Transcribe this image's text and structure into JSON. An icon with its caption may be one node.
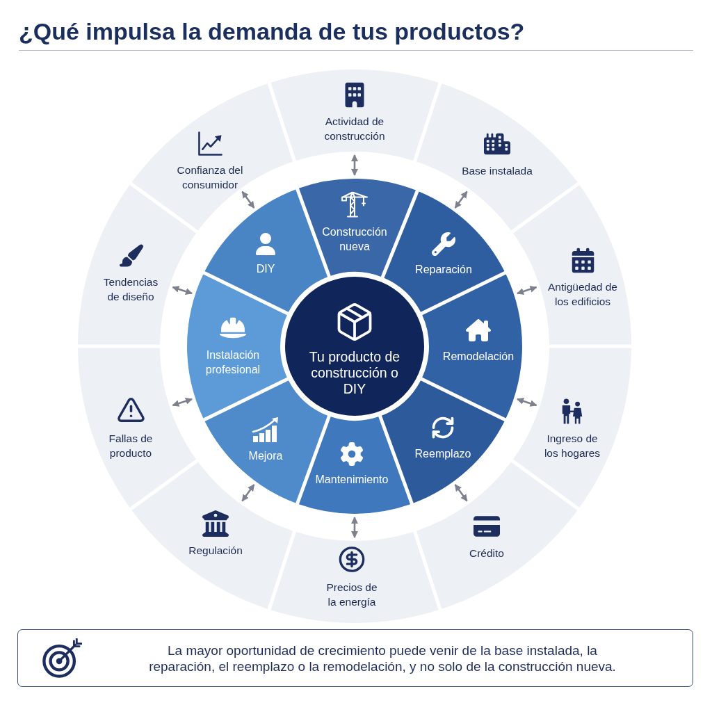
{
  "diagram": {
    "title": "¿Qué impulsa la demanda de tus productos?",
    "nodes": [
      {
        "text": [
          "Tu producto de construcción o DIY"
        ]
      },
      {
        "text": [
          "Construcción nueva"
        ]
      },
      {
        "text": [
          "Reparación"
        ]
      },
      {
        "text": [
          "Remodelación"
        ]
      },
      {
        "text": [
          "Reemplazo"
        ]
      },
      {
        "text": [
          "Mantenimiento"
        ]
      },
      {
        "text": [
          "Mejora"
        ]
      },
      {
        "text": [
          "Instalación profesional"
        ]
      },
      {
        "text": [
          "DIY"
        ]
      },
      {
        "text": [
          "Actividad de construcción"
        ]
      },
      {
        "text": [
          "Base instalada"
        ]
      },
      {
        "text": [
          "Antigüedad de los edificios"
        ]
      },
      {
        "text": [
          "Ingreso de los hogares"
        ]
      },
      {
        "text": [
          "Crédito"
        ]
      },
      {
        "text": [
          "Precios de la energía"
        ]
      },
      {
        "text": [
          "Regulación"
        ]
      },
      {
        "text": [
          "Fallas de producto"
        ]
      },
      {
        "text": [
          "Tendencias de diseño"
        ]
      },
      {
        "text": [
          "Confianza del consumidor"
        ]
      },
      {
        "text": [
          "La mayor oportunidad de crecimiento puede venir de la base instalada, la reparación, el reemplazo o la remodelación, y no solo de la construcción nueva."
        ]
      }
    ],
    "edges": [
      {
        "from": 1,
        "to": 9,
        "arrow": "both"
      },
      {
        "from": 2,
        "to": 10,
        "arrow": "both"
      },
      {
        "from": 3,
        "to": 11,
        "arrow": "both"
      },
      {
        "from": 3,
        "to": 12,
        "arrow": "both"
      },
      {
        "from": 4,
        "to": 13,
        "arrow": "both"
      },
      {
        "from": 5,
        "to": 14,
        "arrow": "both"
      },
      {
        "from": 6,
        "to": 15,
        "arrow": "both"
      },
      {
        "from": 7,
        "to": 16,
        "arrow": "both"
      },
      {
        "from": 7,
        "to": 17,
        "arrow": "both"
      },
      {
        "from": 8,
        "to": 18,
        "arrow": "both"
      }
    ]
  }
}
